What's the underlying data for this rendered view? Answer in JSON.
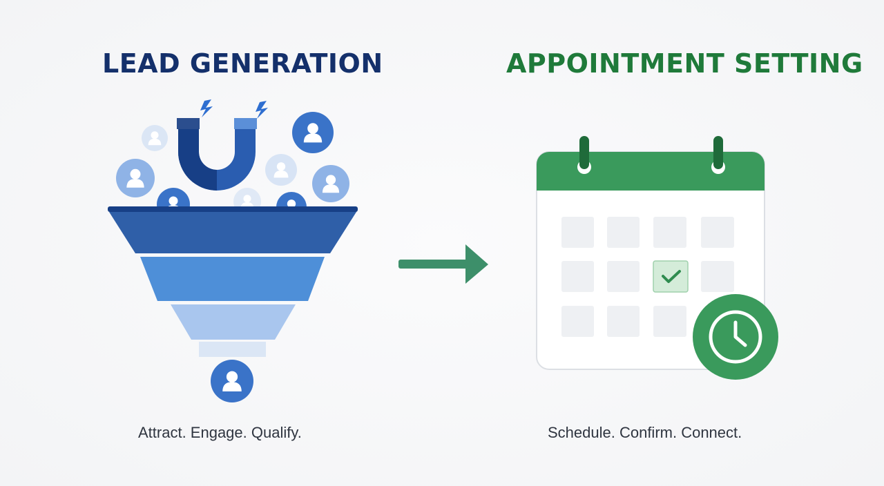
{
  "lead_generation": {
    "title": "LEAD GENERATION",
    "tagline": "Attract. Engage. Qualify.",
    "color": "#14306b"
  },
  "appointment_setting": {
    "title": "APPOINTMENT SETTING",
    "tagline": "Schedule. Confirm. Connect.",
    "color": "#1f7a3a"
  },
  "icons": {
    "magnet": "magnet-icon",
    "funnel": "funnel-icon",
    "person": "person-icon",
    "arrow": "arrow-right-icon",
    "calendar": "calendar-icon",
    "clock": "clock-icon",
    "check": "checkmark-icon"
  },
  "colors": {
    "funnel_top": "#2f5fa8",
    "funnel_mid": "#4e8fd8",
    "funnel_low": "#a9c6ee",
    "green": "#3a9a5c",
    "arrow": "#3d8f6a"
  }
}
